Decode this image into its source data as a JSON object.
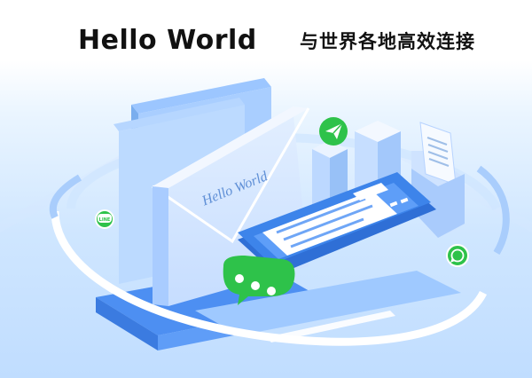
{
  "header": {
    "title": "Hello World",
    "subtitle": "与世界各地高效连接"
  },
  "envelope": {
    "text": "Hello World"
  },
  "icons": {
    "line_label": "LINE",
    "chat_bubble": "chat-bubble-icon",
    "send": "paper-plane-icon",
    "whatsapp": "whatsapp-icon"
  },
  "colors": {
    "brand_green": "#2ec24a",
    "primary_blue": "#4d8ff2",
    "light_blue": "#cfe6ff"
  }
}
